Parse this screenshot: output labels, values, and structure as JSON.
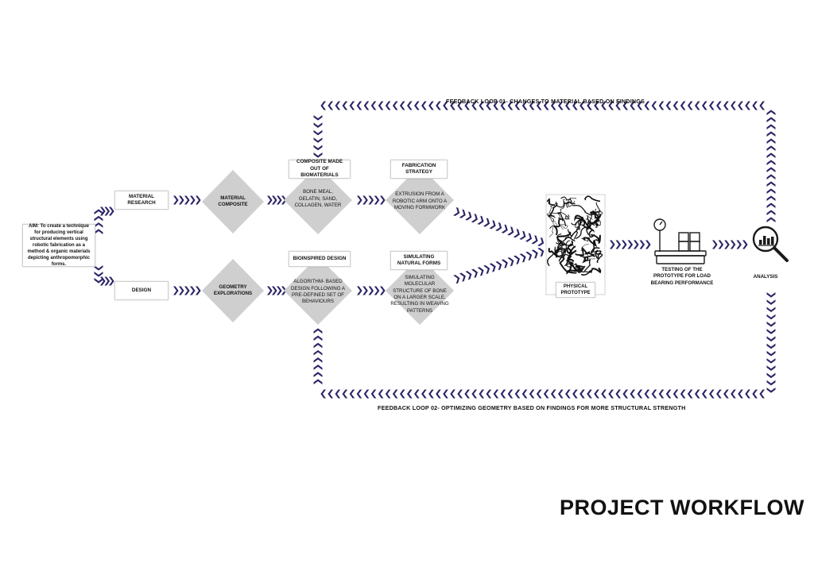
{
  "aim": "AIM: To create a technique for producing vertical structural elements using robotic fabrication as a method & organic materials depicting anthropomorphic forms.",
  "boxes": {
    "material_research": "MATERIAL RESEARCH",
    "design": "DESIGN",
    "composite_biomaterials": "COMPOSITE MADE OUT OF BIOMATERIALS",
    "fabrication_strategy": "FABRICATION STRATEGY",
    "bioinspired_design": "BIOINSPIRED DESIGN",
    "simulating_natural_forms": "SIMULATING NATURAL FORMS"
  },
  "diamonds": {
    "material_composite": "MATERIAL COMPOSITE",
    "bone_meal": "BONE MEAL, GELATIN, SAND, COLLAGEN, WATER",
    "extrusion": "EXTRUSION FROM A ROBOTIC ARM ONTO A MOVING FORMWORK",
    "geometry_explorations": "GEOMETRY EXPLORATIONS",
    "algorithm": "ALGORITHM- BASED DESIGN FOLLOWING A PRE-DEFINED SET OF BEHAVIOURS",
    "simulating_molecular": "SIMULATING MOLECULAR STRUCTURE OF BONE ON A LARGER SCALE, RESULTING IN WEAVING PATTERNS"
  },
  "prototype_label": "PHYSICAL PROTOTYPE",
  "testing_label": "TESTING OF THE PROTOTYPE FOR LOAD BEARING PERFORMANCE",
  "analysis_label": "ANALYSIS",
  "feedback_loop_1": "FEEDBACK LOOP 01- CHANGES TO MATERIAL BASED ON FINDINGS",
  "feedback_loop_2": "FEEDBACK LOOP 02- OPTIMIZING GEOMETRY BASED ON FINDINGS FOR MORE STRUCTURAL STRENGTH",
  "title": "PROJECT WORKFLOW",
  "colors": {
    "chevron": "#2a2466",
    "diamond": "#cfcfcf",
    "icon": "#1a1a1a"
  },
  "icons": {
    "scale": "weighing-scale-icon",
    "analysis": "magnifier-chart-icon"
  }
}
